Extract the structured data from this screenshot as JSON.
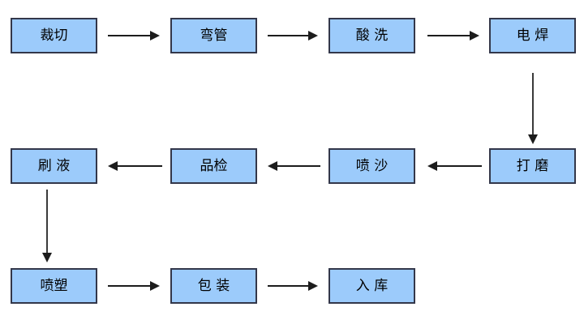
{
  "diagram": {
    "title": "",
    "background_color": "#FFFFFF",
    "node_fill_color": "#9CCBFB",
    "node_border_color": "#33374A",
    "connector_color": "#1C1C1C",
    "rows": [
      {
        "direction": "left-to-right",
        "nodes": [
          {
            "label": "裁切"
          },
          {
            "label": "弯管"
          },
          {
            "label": "酸 洗"
          },
          {
            "label": "电 焊"
          }
        ]
      },
      {
        "direction": "right-to-left",
        "nodes": [
          {
            "label": "刷 液"
          },
          {
            "label": "品检"
          },
          {
            "label": "喷 沙"
          },
          {
            "label": "打 磨"
          }
        ]
      },
      {
        "direction": "left-to-right",
        "nodes": [
          {
            "label": "喷塑"
          },
          {
            "label": "包 装"
          },
          {
            "label": "入 库"
          }
        ]
      }
    ],
    "connectors": [
      {
        "name": "arrow-caiqie-to-wanguan",
        "type": "horizontal-right"
      },
      {
        "name": "arrow-wanguan-to-suanxi",
        "type": "horizontal-right"
      },
      {
        "name": "arrow-suanxi-to-dianhan",
        "type": "horizontal-right"
      },
      {
        "name": "arrow-dianhan-to-damo",
        "type": "vertical-down"
      },
      {
        "name": "arrow-damo-to-pensha",
        "type": "horizontal-left"
      },
      {
        "name": "arrow-pensha-to-pinjian",
        "type": "horizontal-left"
      },
      {
        "name": "arrow-pinjian-to-shuaye",
        "type": "horizontal-left"
      },
      {
        "name": "arrow-shuaye-to-pensu",
        "type": "vertical-down"
      },
      {
        "name": "arrow-pensu-to-baozhuang",
        "type": "horizontal-right"
      },
      {
        "name": "arrow-baozhuang-to-ruku",
        "type": "horizontal-right"
      }
    ]
  }
}
